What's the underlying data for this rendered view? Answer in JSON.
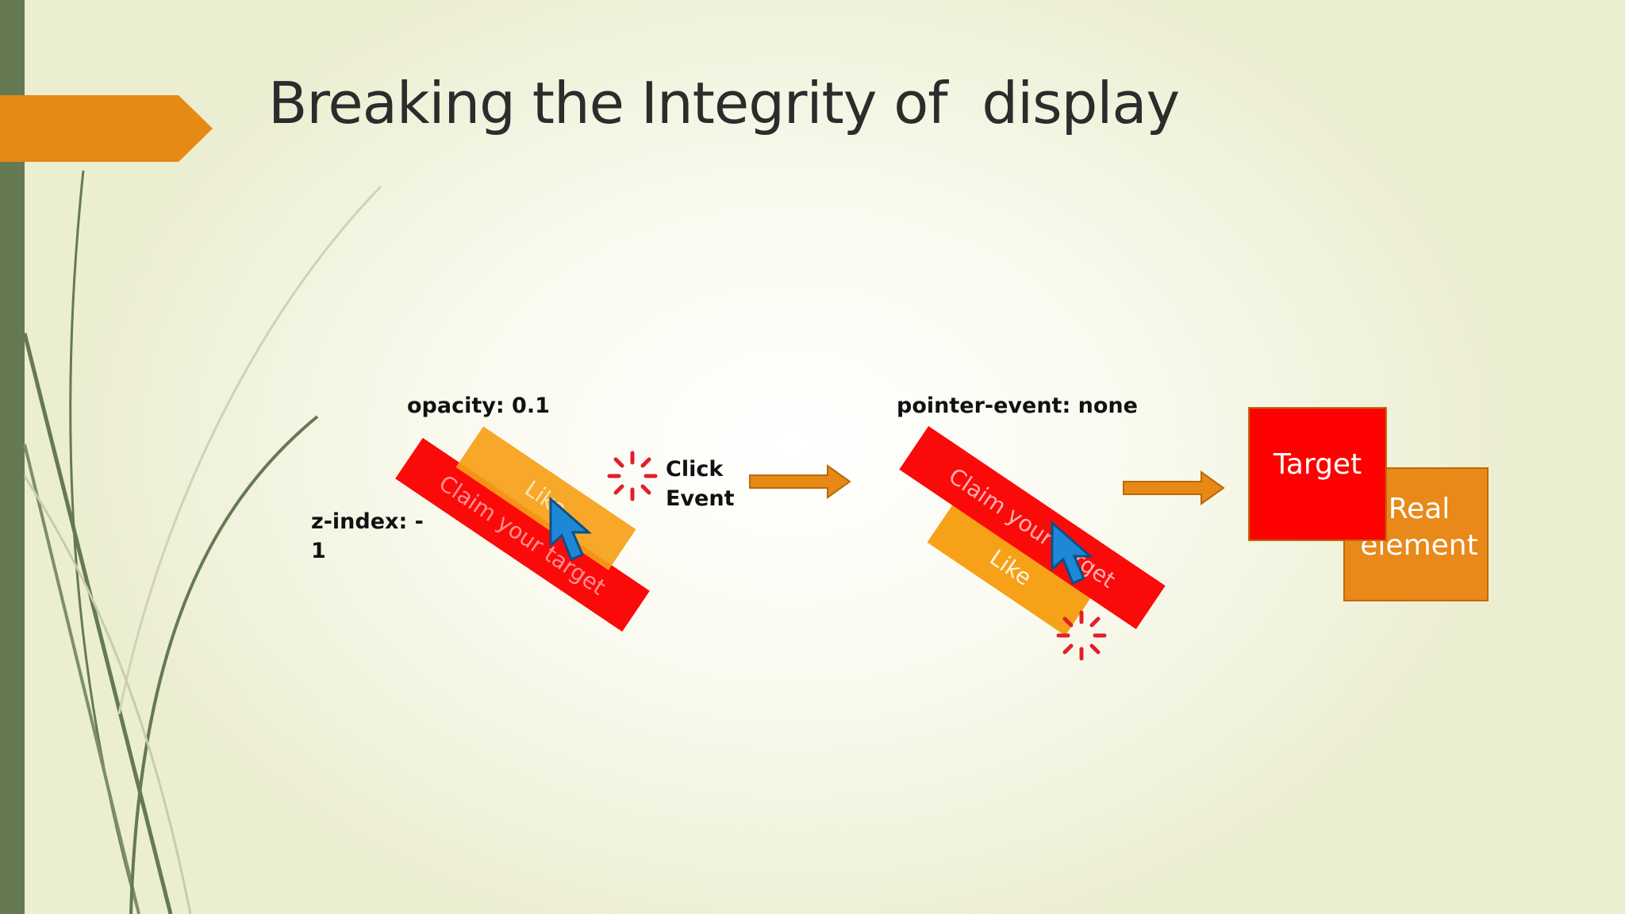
{
  "slide": {
    "title": "Breaking the Integrity of  display",
    "colors": {
      "accent_orange": "#e68915",
      "bar_green": "#657a53",
      "red": "#ff0000",
      "orange_box": "#e8891a",
      "like_orange": "#f6a117"
    }
  },
  "diagram": {
    "left": {
      "opacity_label": "opacity: 0.1",
      "zindex_label_line1": "z-index: -",
      "zindex_label_line2": "1",
      "like_label": "Like",
      "claim_label": "Claim your target",
      "click_line1": "Click",
      "click_line2": "Event"
    },
    "middle": {
      "pointer_label": "pointer-event: none",
      "claim_label": "Claim your target",
      "like_label": "Like"
    },
    "right": {
      "target_label": "Target",
      "real_line1": "Real",
      "real_line2": "element"
    }
  }
}
